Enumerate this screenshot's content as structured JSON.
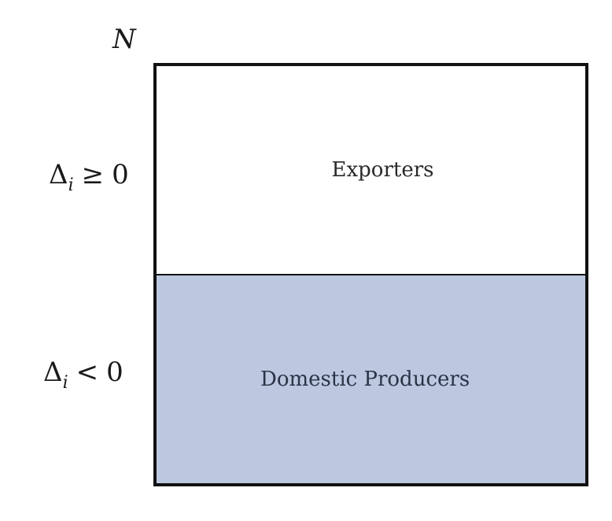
{
  "diagram": {
    "axis_label": "N",
    "rows": [
      {
        "condition": {
          "symbol": "Δ",
          "subscript": "i",
          "relation": "≥",
          "value": "0"
        },
        "region_label": "Exporters",
        "fill": "#ffffff"
      },
      {
        "condition": {
          "symbol": "Δ",
          "subscript": "i",
          "relation": "<",
          "value": "0"
        },
        "region_label": "Domestic Producers",
        "fill": "#bcc8df"
      }
    ],
    "border_color": "#111111"
  }
}
